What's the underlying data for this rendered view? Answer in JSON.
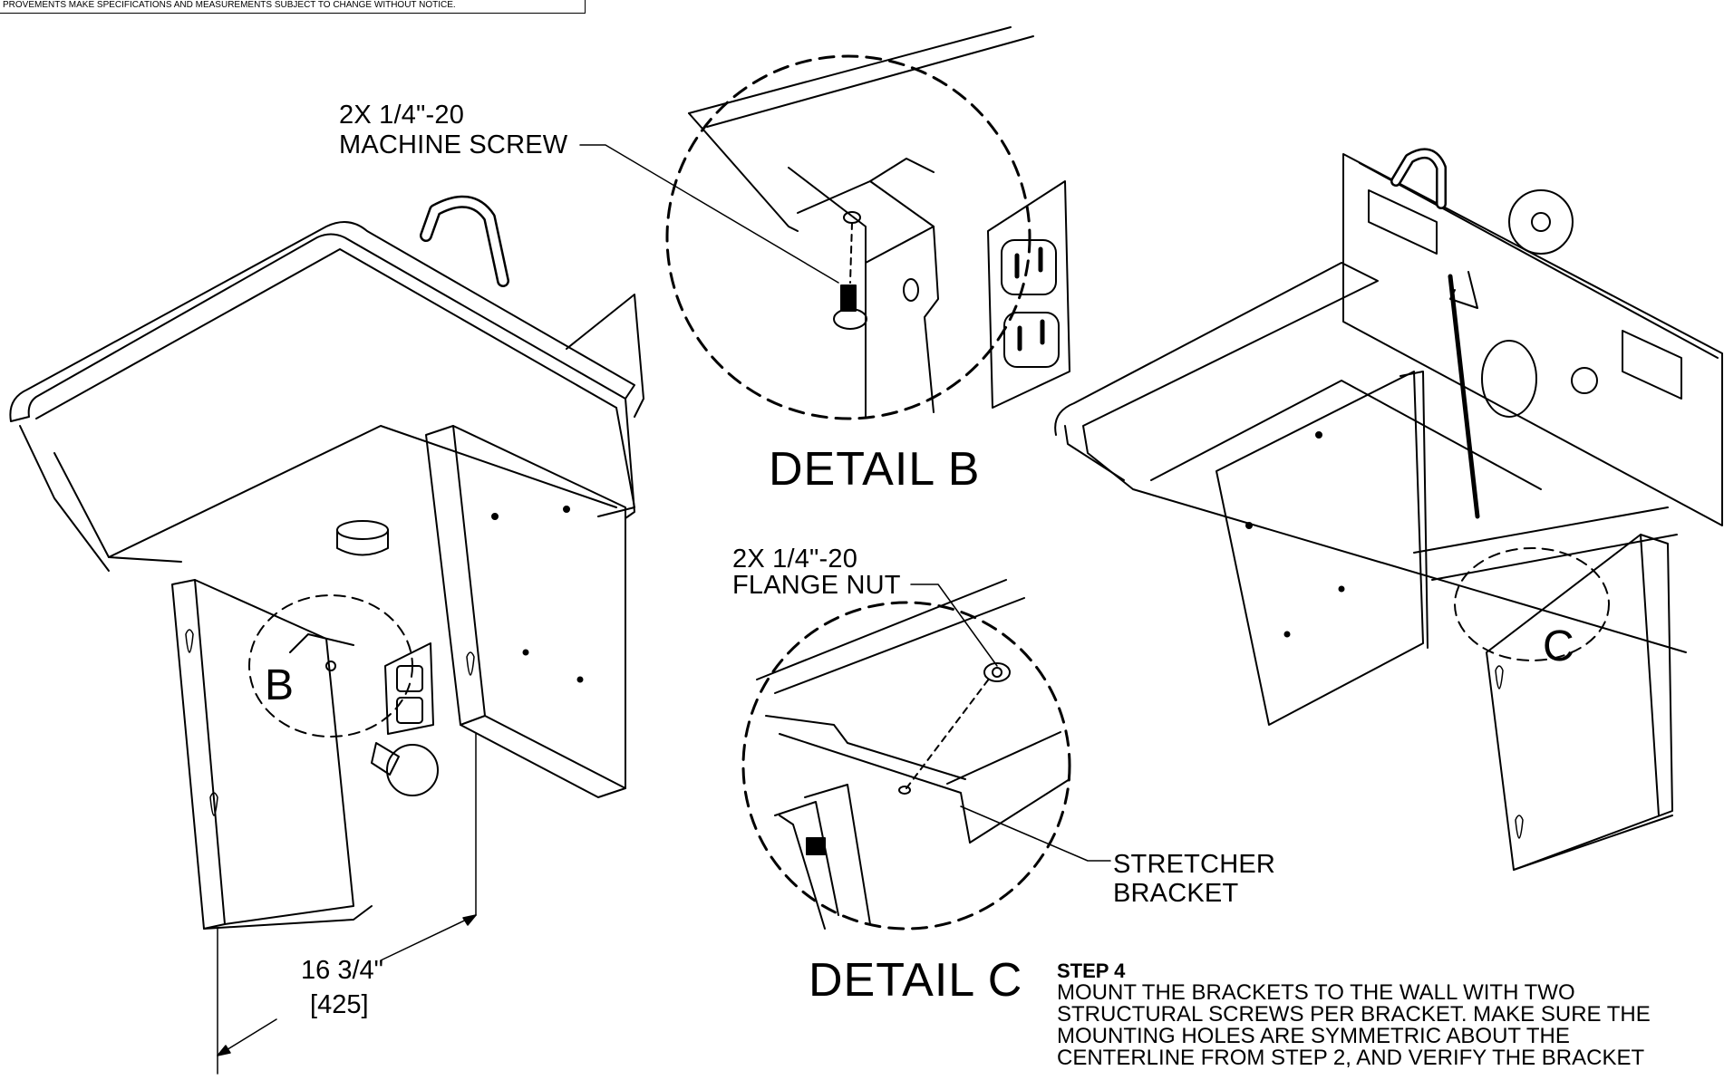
{
  "notice": "PROVEMENTS MAKE SPECIFICATIONS AND MEASUREMENTS SUBJECT TO CHANGE WITHOUT NOTICE.",
  "callouts": {
    "machine_screw_line1": "2X 1/4\"-20",
    "machine_screw_line2": "MACHINE SCREW",
    "flange_nut_line1": "2X 1/4\"-20",
    "flange_nut_line2": "FLANGE NUT",
    "stretcher_line1": "STRETCHER",
    "stretcher_line2": "BRACKET"
  },
  "details": {
    "b_title": "DETAIL B",
    "c_title": "DETAIL C",
    "b_marker": "B",
    "c_marker": "C"
  },
  "dimension": {
    "imperial": "16 3/4\"",
    "metric": "425"
  },
  "step": {
    "title": "STEP 4",
    "lines": [
      "MOUNT THE BRACKETS TO THE WALL WITH TWO",
      "STRUCTURAL SCREWS PER BRACKET.  MAKE SURE THE",
      "MOUNTING HOLES ARE SYMMETRIC ABOUT THE",
      "CENTERLINE FROM STEP 2, AND VERIFY THE BRACKET"
    ]
  }
}
